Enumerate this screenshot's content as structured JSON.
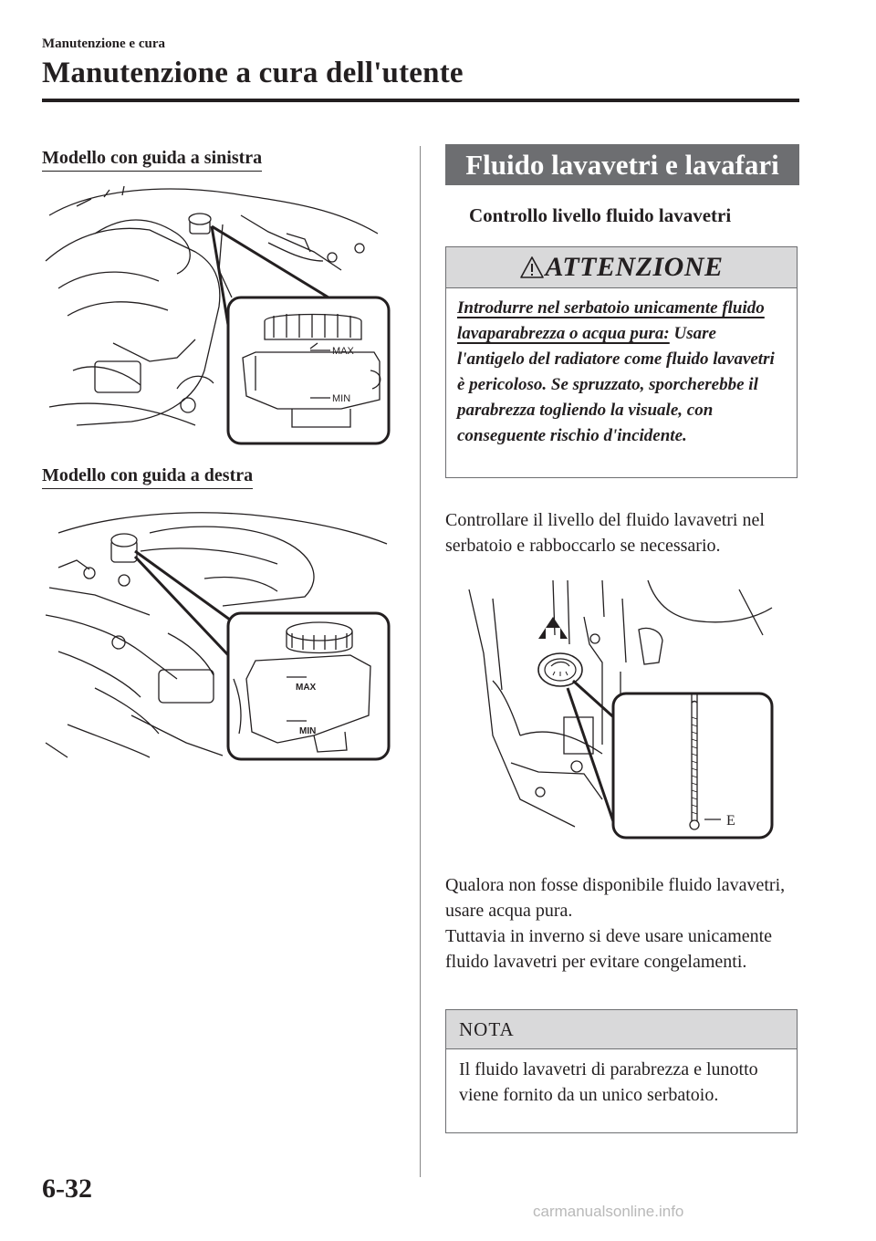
{
  "header": {
    "chapter": "Manutenzione e cura",
    "title": "Manutenzione a cura dell'utente"
  },
  "left": {
    "lhd_heading": "Modello con guida a sinistra",
    "rhd_heading": "Modello con guida a destra",
    "fig_lhd": {
      "max_label": "MAX",
      "min_label": "MIN"
    },
    "fig_rhd": {
      "max_label": "MAX",
      "min_label": "MIN"
    }
  },
  "right": {
    "section_title": "Fluido lavavetri e lavafari",
    "subsection": "Controllo livello fluido lavavetri",
    "warning": {
      "icon": "warning-triangle-icon",
      "title": "ATTENZIONE",
      "emphasis": "Introdurre nel serbatoio unicamente fluido lavaparabrezza o acqua pura:",
      "text": "Usare l'antigelo del radiatore come fluido lavavetri è pericoloso. Se spruzzato, sporcherebbe il parabrezza togliendo la visuale, con conseguente rischio d'incidente."
    },
    "para1": "Controllare il livello del fluido lavavetri nel serbatoio e rabboccarlo se necessario.",
    "fig_washer": {
      "label": "E"
    },
    "para2": "Qualora non fosse disponibile fluido lavavetri, usare acqua pura.",
    "para3": "Tuttavia in inverno si deve usare unicamente fluido lavavetri per evitare congelamenti.",
    "note": {
      "title": "NOTA",
      "text": "Il fluido lavavetri di parabrezza e lunotto viene fornito da un unico serbatoio."
    }
  },
  "footer": {
    "page_number": "6-32",
    "watermark": "carmanualsonline.info"
  }
}
